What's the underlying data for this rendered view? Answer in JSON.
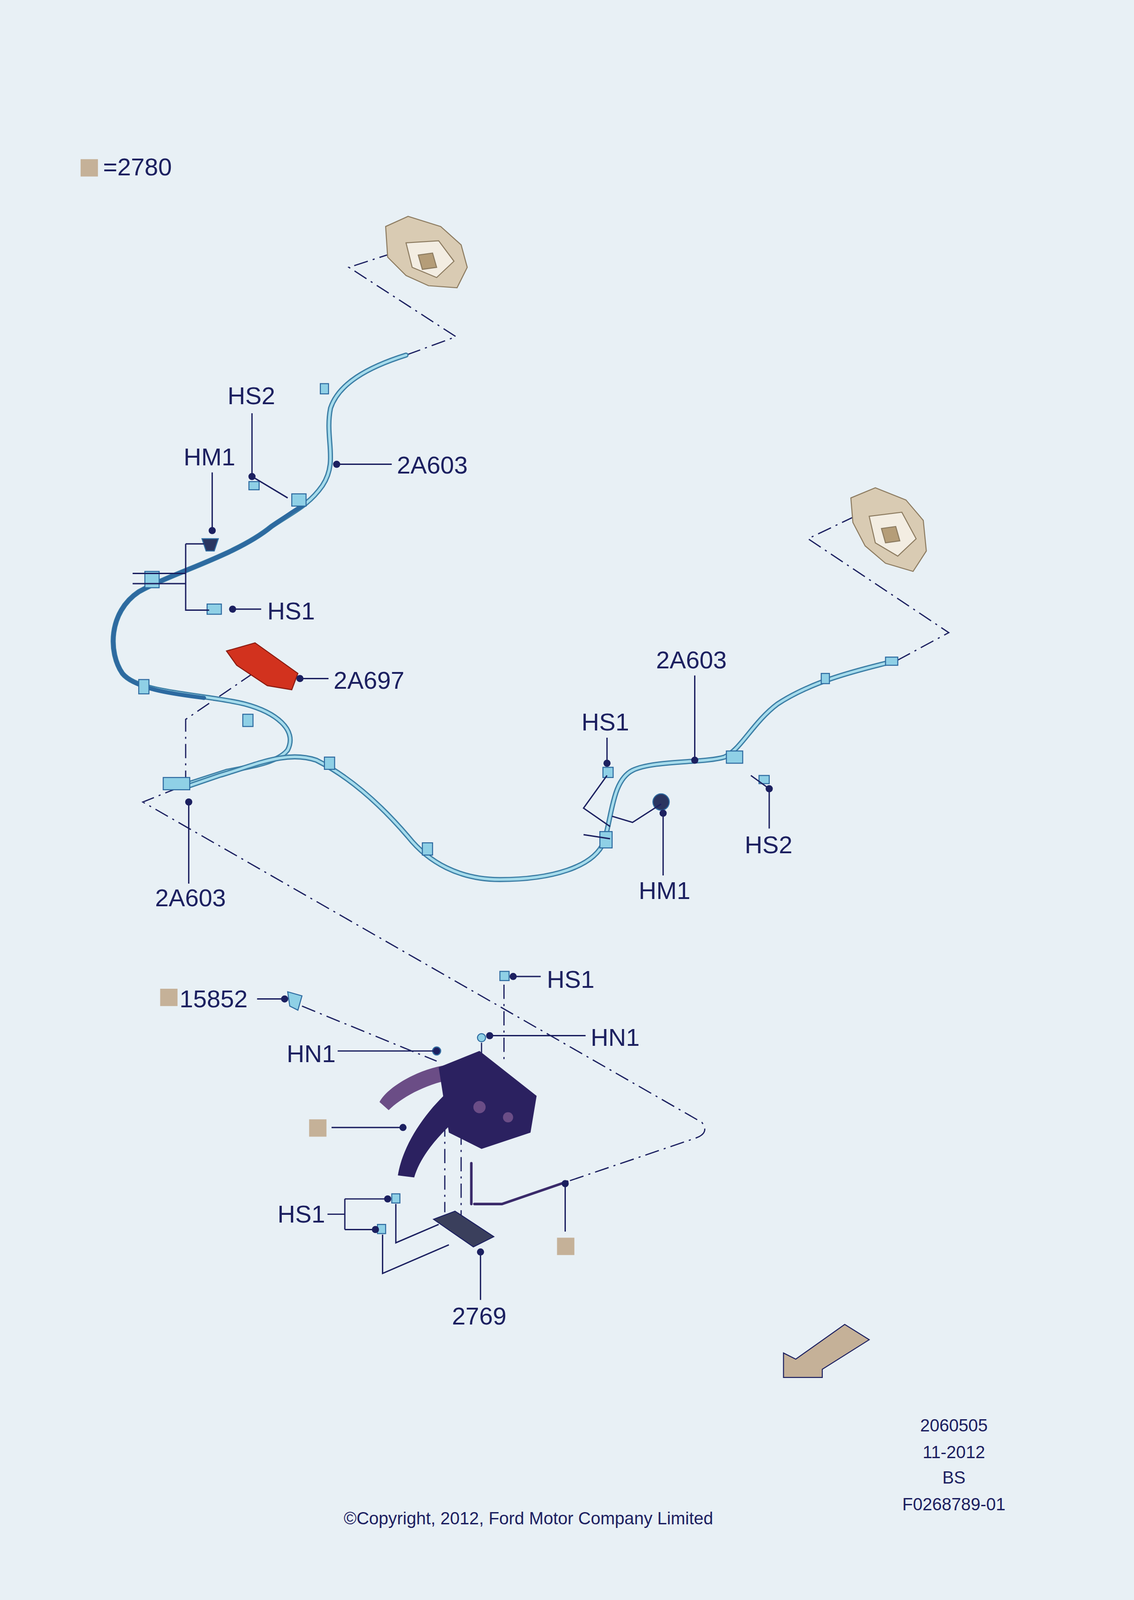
{
  "diagram": {
    "labels": [
      "HS2",
      "HM1",
      "2A603",
      "HS1",
      "2A697",
      "2A603",
      "HS1",
      "HS2",
      "HM1",
      "2A603",
      "HS1",
      "15852",
      "HN1",
      "HN1",
      "HS1",
      "2769",
      "2060505",
      "11-2012",
      "BS",
      "F0268789-01",
      "©Copyright, 2012, Ford Motor Company Limited"
    ],
    "legend": [
      {
        "text": "=2780",
        "color": "#c5b198"
      }
    ]
  }
}
